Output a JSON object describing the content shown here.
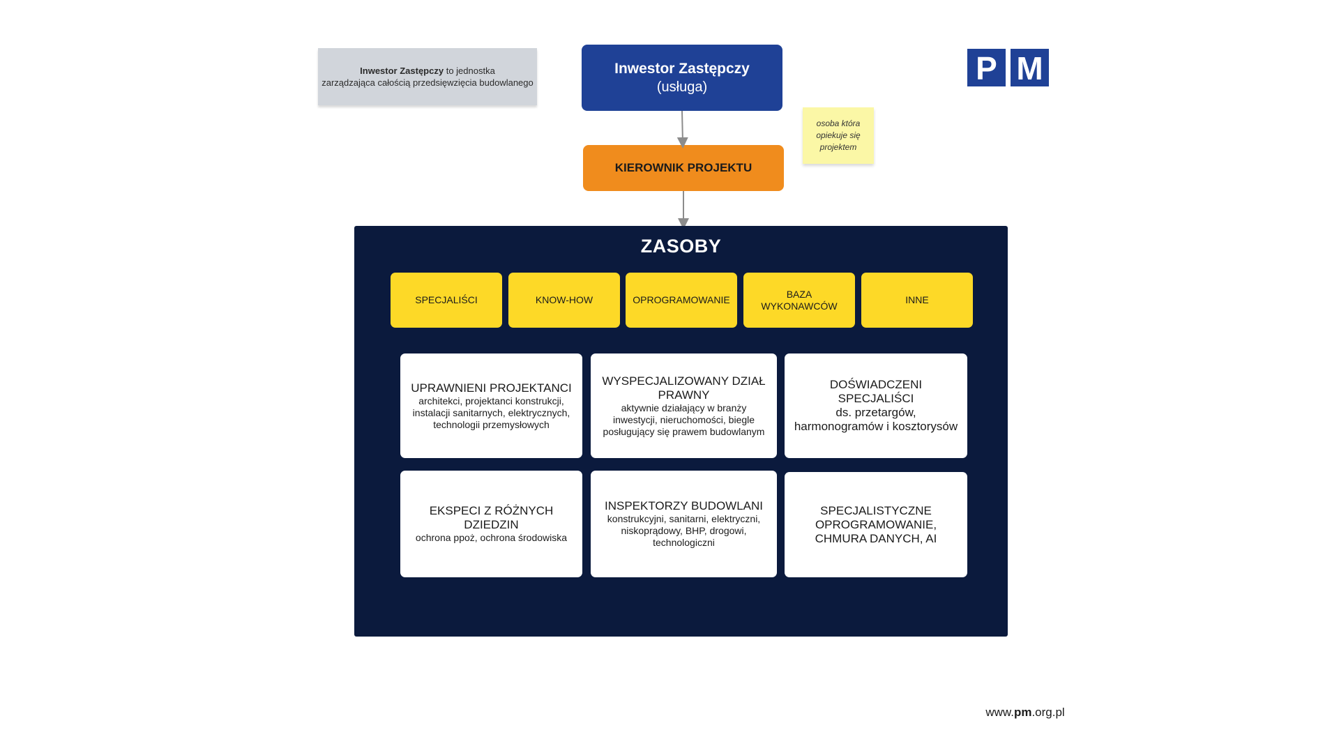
{
  "info_box": {
    "bold": "Inwestor Zastępczy",
    "rest": " to jednostka",
    "line2": "zarządzająca całością przedsięwzięcia budowlanego"
  },
  "investor": {
    "title": "Inwestor Zastępczy",
    "subtitle": "(usługa)"
  },
  "logo": {
    "letter1": "P",
    "letter2": "M",
    "color": "#1f4196"
  },
  "sticky_note": {
    "line1": "osoba która",
    "line2": "opiekuje się",
    "line3": "projektem"
  },
  "manager": {
    "label": "KIEROWNIK PROJEKTU"
  },
  "resources": {
    "title": "ZASOBY",
    "categories": [
      {
        "line1": "SPECJALIŚCI",
        "line2": ""
      },
      {
        "line1": "KNOW-HOW",
        "line2": ""
      },
      {
        "line1": "OPROGRAMOWANIE",
        "line2": ""
      },
      {
        "line1": "BAZA",
        "line2": "WYKONAWCÓW"
      },
      {
        "line1": "INNE",
        "line2": ""
      }
    ],
    "cards": [
      {
        "title": "UPRAWNIENI PROJEKTANCI",
        "desc": "architekci, projektanci konstrukcji, instalacji sanitarnych, elektrycznych, technologii przemysłowych"
      },
      {
        "title": "WYSPECJALIZOWANY DZIAŁ PRAWNY",
        "desc": "aktywnie działający w branży inwestycji, nieruchomości, biegle posługujący się prawem budowlanym"
      },
      {
        "title": "DOŚWIADCZENI SPECJALIŚCI",
        "desc": "ds. przetargów, harmonogramów i kosztorysów"
      },
      {
        "title": "EKSPECI Z RÓŻNYCH DZIEDZIN",
        "desc": "ochrona ppoż, ochrona środowiska"
      },
      {
        "title": "INSPEKTORZY BUDOWLANI",
        "desc": "konstrukcyjni, sanitarni, elektryczni, niskoprądowy, BHP, drogowi, technologiczni"
      },
      {
        "title": "SPECJALISTYCZNE OPROGRAMOWANIE, CHMURA DANYCH, AI",
        "desc": ""
      }
    ]
  },
  "footer": {
    "prefix": "www.",
    "bold": "pm",
    "suffix": ".org.pl"
  },
  "colors": {
    "investor_blue": "#1f4196",
    "manager_orange": "#f08c1d",
    "resources_navy": "#0b1a3d",
    "category_yellow": "#fdd927",
    "sticky_yellow": "#fbf7a6",
    "info_gray": "#d1d5db"
  }
}
